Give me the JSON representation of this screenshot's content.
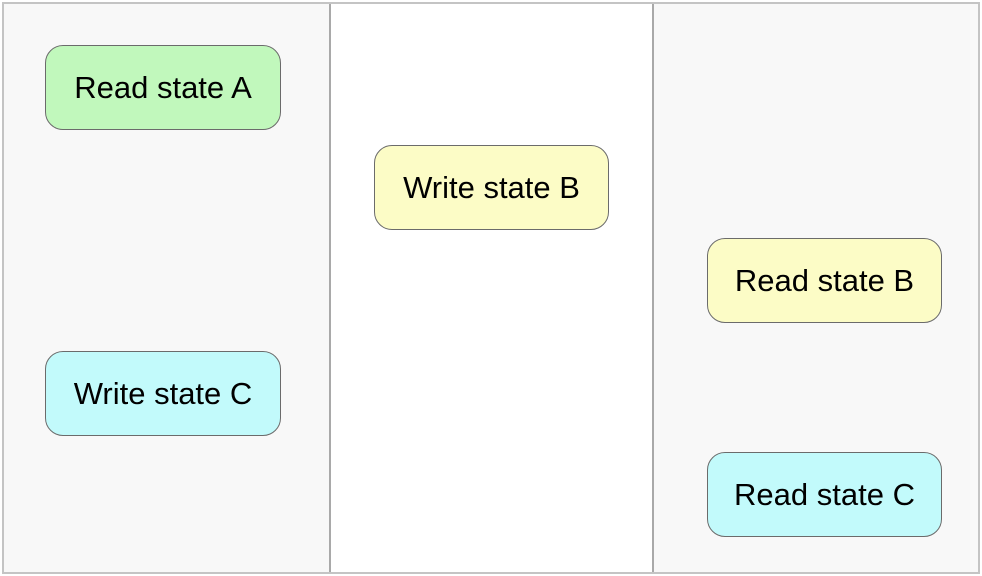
{
  "diagram": {
    "type": "swimlane-operations",
    "frame_border_color": "#c4c4c4",
    "divider_color": "#a9a9a9",
    "node_border_color": "#6b6b6b",
    "text_color": "#000000",
    "colors": {
      "read_initial": "#c1f8bc",
      "state_b": "#fcfcc6",
      "state_c": "#c2fafb",
      "lane_shaded_bg": "#f8f8f8",
      "lane_plain_bg": "#ffffff"
    },
    "lanes": [
      {
        "id": "lane-1",
        "background": "#f8f8f8",
        "nodes": [
          {
            "label": "Read state A",
            "fill": "#c1f8bc"
          },
          {
            "label": "Write state C",
            "fill": "#c2fafb"
          }
        ]
      },
      {
        "id": "lane-2",
        "background": "#ffffff",
        "nodes": [
          {
            "label": "Write state B",
            "fill": "#fcfcc6"
          }
        ]
      },
      {
        "id": "lane-3",
        "background": "#f8f8f8",
        "nodes": [
          {
            "label": "Read state B",
            "fill": "#fcfcc6"
          },
          {
            "label": "Read state C",
            "fill": "#c2fafb"
          }
        ]
      }
    ]
  }
}
